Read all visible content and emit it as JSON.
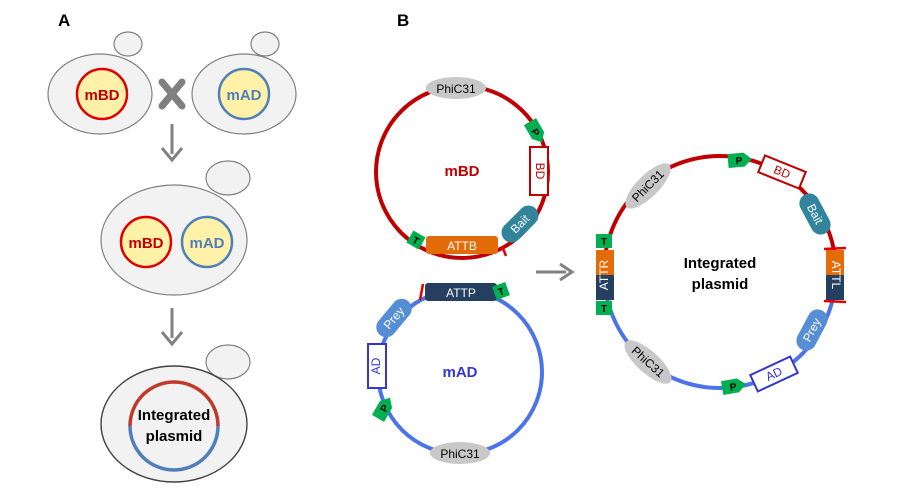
{
  "panels": {
    "a_label": "A",
    "b_label": "B"
  },
  "panel_a": {
    "cell1_label": "mBD",
    "cell2_label": "mAD",
    "diploid_bd": "mBD",
    "diploid_ad": "mAD",
    "final_line1": "Integrated",
    "final_line2": "plasmid"
  },
  "panel_b": {
    "bd_plasmid": {
      "name": "mBD",
      "phic31": "PhiC31",
      "promoter": "P",
      "bd": "BD",
      "bait": "Bait",
      "attb": "ATTB",
      "terminator": "T"
    },
    "ad_plasmid": {
      "name": "mAD",
      "attp": "ATTP",
      "terminator": "T",
      "prey": "Prey",
      "ad": "AD",
      "promoter": "P",
      "phic31": "PhiC31"
    },
    "integrated": {
      "line1": "Integrated",
      "line2": "plasmid",
      "promoter_top": "P",
      "bd": "BD",
      "bait": "Bait",
      "attl": "ATTL",
      "prey": "Prey",
      "ad": "AD",
      "promoter_bottom": "P",
      "phic31_bottom": "PhiC31",
      "phic31_top": "PhiC31",
      "attr": "ATTR",
      "t_top": "T",
      "t_bottom": "T"
    }
  },
  "colors": {
    "red": "#c00000",
    "blue": "#4a74e8",
    "teal": "#31849b",
    "orange": "#e36c09",
    "navy": "#243f60",
    "green": "#00b050",
    "gray": "#808080",
    "yellow": "#fff2a8"
  }
}
